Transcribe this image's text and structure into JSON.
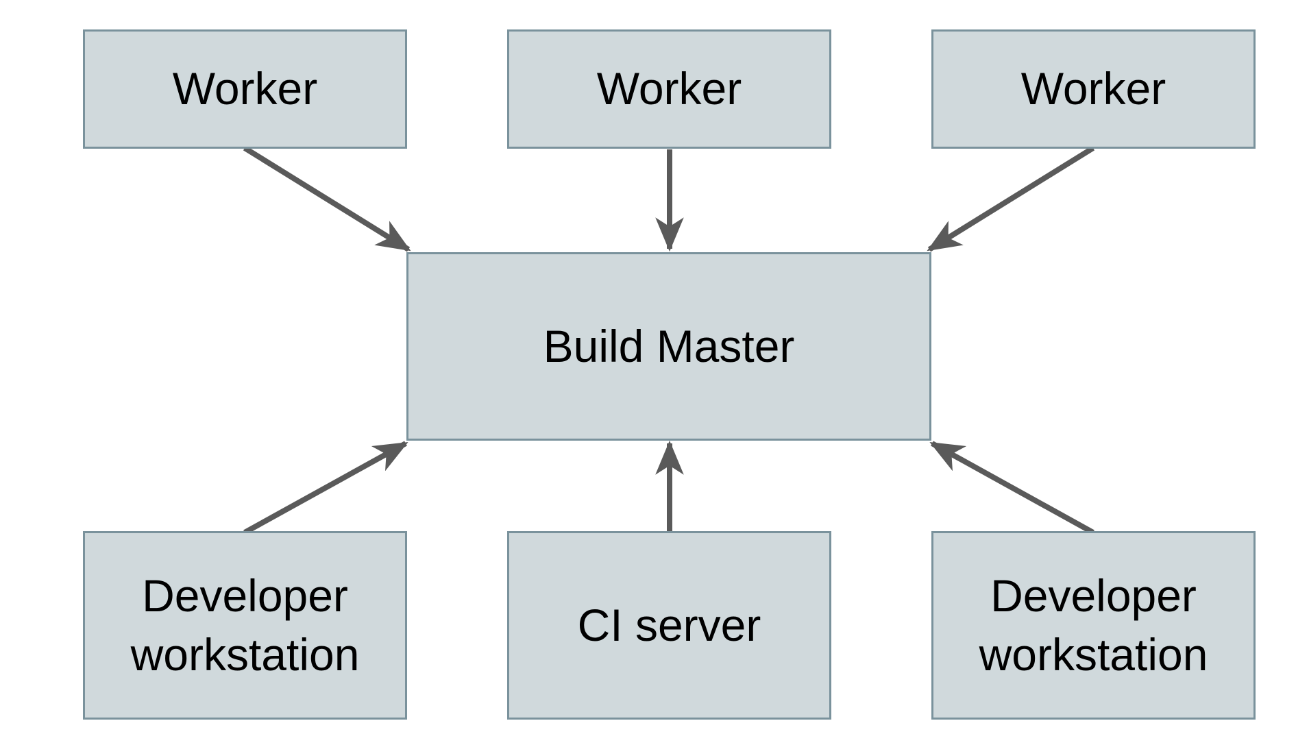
{
  "colors": {
    "background": "#ffffff",
    "node_fill": "#d0d9dc",
    "node_border": "#7a929c",
    "arrow": "#5a5a5a",
    "text": "#000000"
  },
  "nodes": {
    "worker_left": {
      "label": "Worker"
    },
    "worker_center": {
      "label": "Worker"
    },
    "worker_right": {
      "label": "Worker"
    },
    "build_master": {
      "label": "Build Master"
    },
    "dev_left": {
      "label": "Developer workstation"
    },
    "ci_server": {
      "label": "CI server"
    },
    "dev_right": {
      "label": "Developer workstation"
    }
  },
  "edges": [
    {
      "from": "worker_left",
      "to": "build_master"
    },
    {
      "from": "worker_center",
      "to": "build_master"
    },
    {
      "from": "worker_right",
      "to": "build_master"
    },
    {
      "from": "dev_left",
      "to": "build_master"
    },
    {
      "from": "ci_server",
      "to": "build_master"
    },
    {
      "from": "dev_right",
      "to": "build_master"
    }
  ]
}
